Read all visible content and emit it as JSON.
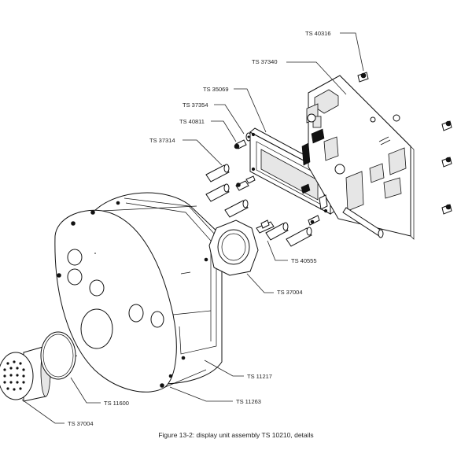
{
  "caption": "Figure 13-2: display unit assembly TS 10210, details",
  "labels": {
    "ts_40316": "TS 40316",
    "ts_37340": "TS 37340",
    "ts_35069": "TS 35069",
    "ts_37354": "TS 37354",
    "ts_40811": "TS 40811",
    "ts_37314": "TS 37314",
    "ts_40555": "TS 40555",
    "ts_37004_nut": "TS 37004",
    "ts_11217": "TS 11217",
    "ts_11263": "TS 11263",
    "ts_11600": "TS 11600",
    "ts_37004_speaker": "TS 37004"
  }
}
